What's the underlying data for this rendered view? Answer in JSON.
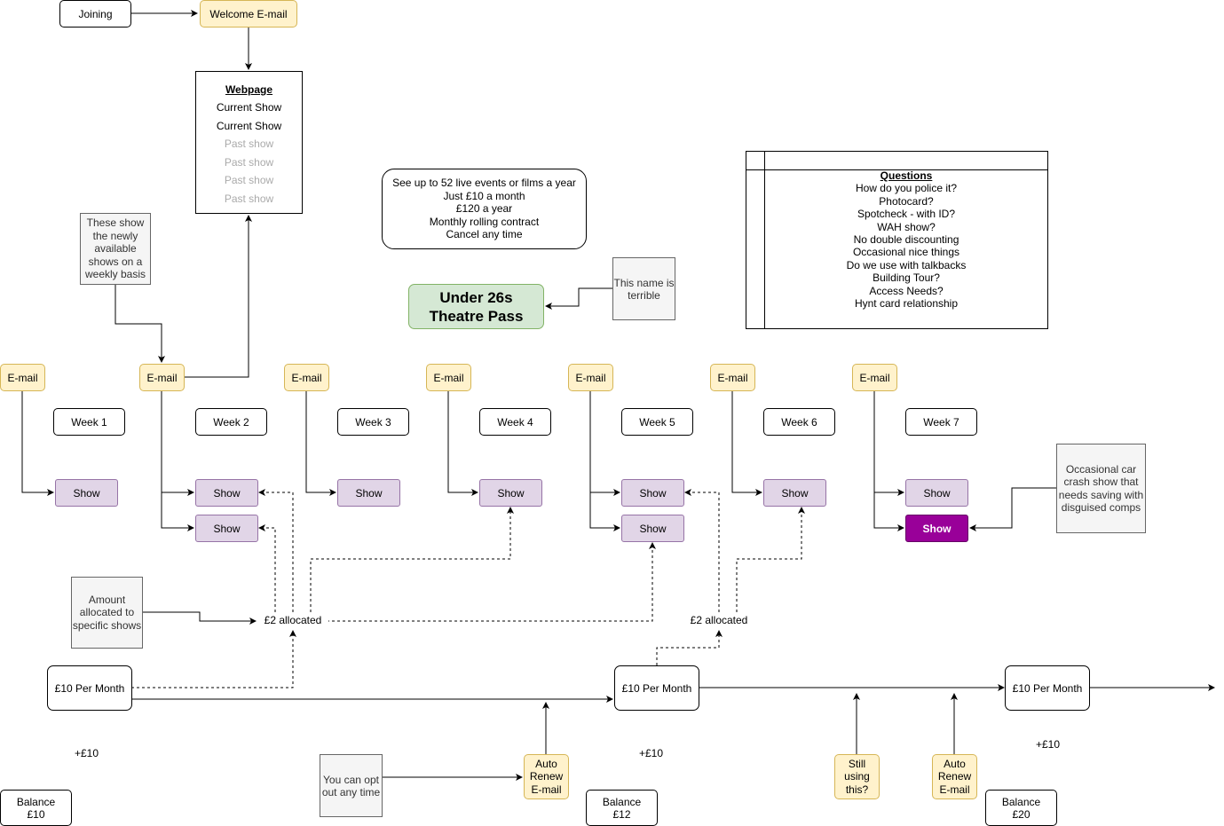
{
  "nodes": {
    "joining": "Joining",
    "welcome_email": "Welcome E-mail",
    "webpage": {
      "title": "Webpage",
      "current": [
        "Current Show",
        "Current Show"
      ],
      "past": [
        "Past show",
        "Past show",
        "Past show",
        "Past show"
      ]
    },
    "offer": [
      "See up to 52 live events or films a year",
      "Just £10 a month",
      "£120 a year",
      "Monthly rolling contract",
      "Cancel any time"
    ],
    "pass_name": [
      "Under 26s",
      "Theatre Pass"
    ],
    "name_note": [
      "This name is",
      "terrible"
    ],
    "questions": {
      "title": "Questions",
      "items": [
        "How do you police it?",
        "Photocard?",
        "Spotcheck - with ID?",
        "WAH show?",
        "No double discounting",
        "Occasional nice things",
        "Do we use with talkbacks",
        "Building Tour?",
        "Access Needs?",
        "Hynt card relationship"
      ]
    },
    "weekly_note": [
      "These show",
      "the newly",
      "available",
      "shows on a",
      "weekly basis"
    ],
    "email_label": "E-mail",
    "weeks": [
      "Week 1",
      "Week 2",
      "Week 3",
      "Week 4",
      "Week 5",
      "Week 6",
      "Week 7"
    ],
    "show_label": "Show",
    "car_crash_note": [
      "Occasional car",
      "crash show that",
      "needs saving with",
      "disguised comps"
    ],
    "amount_note": [
      "Amount",
      "allocated to",
      "specific shows"
    ],
    "allocated": [
      "£2 allocated",
      "£2 allocated"
    ],
    "per_month": [
      "£10 Per Month",
      "£10 Per Month",
      "£10 Per Month"
    ],
    "plus": [
      "+£10",
      "+£10",
      "+£10"
    ],
    "balances": [
      [
        "Balance",
        "£10"
      ],
      [
        "Balance",
        "£12"
      ],
      [
        "Balance",
        "£20"
      ]
    ],
    "opt_out_note": [
      "You can opt",
      "out any time"
    ],
    "auto_renew": [
      [
        "Auto",
        "Renew",
        "E-mail"
      ],
      [
        "Auto",
        "Renew",
        "E-mail"
      ]
    ],
    "still_using": [
      "Still",
      "using",
      "this?"
    ]
  },
  "colors": {
    "yellow_fill": "#fff2cc",
    "yellow_stroke": "#d6b656",
    "purple_fill": "#e1d5e7",
    "purple_stroke": "#9673a6",
    "highlight_fill": "#990099",
    "green_fill": "#d5e8d4",
    "note_fill": "#f5f5f5"
  }
}
